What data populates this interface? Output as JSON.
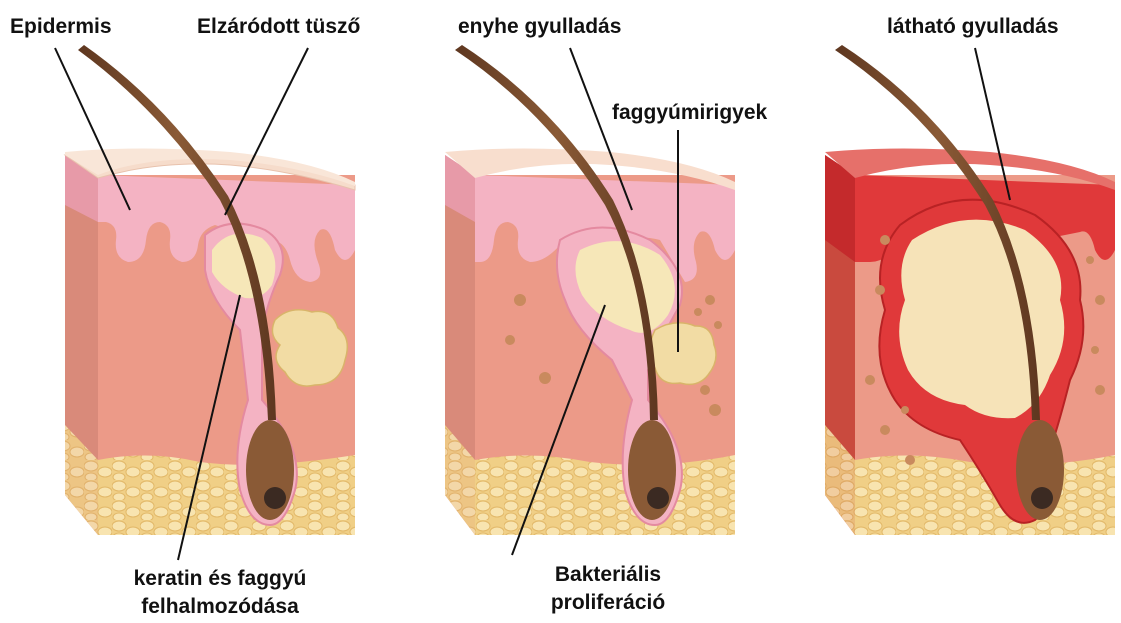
{
  "labels": {
    "epidermis": "Epidermis",
    "closed_follicle": "Elzáródott tüsző",
    "keratin_line1": "keratin és faggyú",
    "keratin_line2": "felhalmozódása",
    "mild_inflammation": "enyhe gyulladás",
    "sebaceous_glands": "faggyúmirigyek",
    "bacterial_line1": "Bakteriális",
    "bacterial_line2": "proliferáció",
    "visible_inflammation": "látható gyulladás"
  },
  "colors": {
    "skin_top": "#f6dccb",
    "epidermis": "#f4b3c3",
    "dermis": "#ec9a88",
    "dermis_dark": "#c9695a",
    "fat": "#f3d99a",
    "plug": "#f6e7b8",
    "hair": "#7a4b2b",
    "inflamed": "#e0393a",
    "inflamed_dark": "#b82224",
    "label_line": "#111111"
  }
}
